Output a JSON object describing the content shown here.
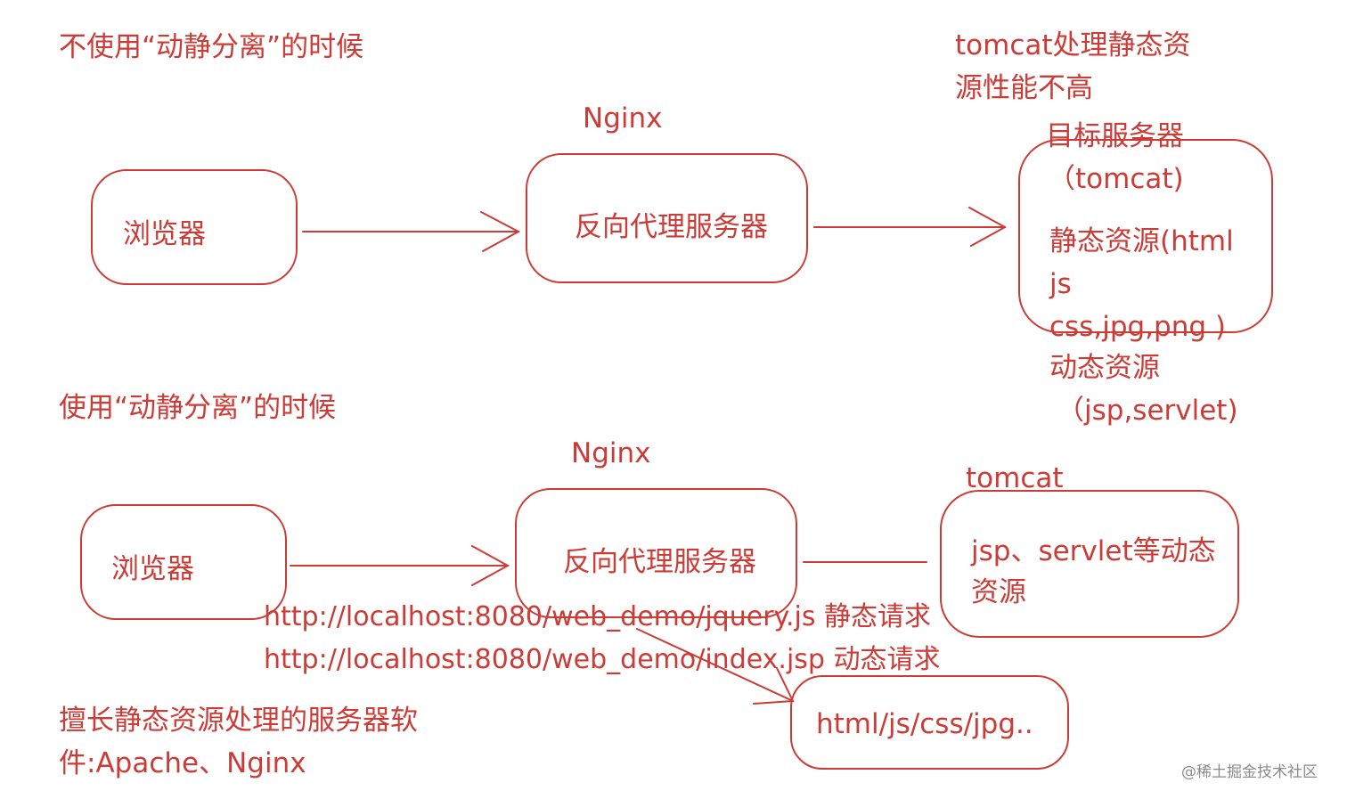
{
  "top": {
    "heading": "不使用“动静分离”的时候",
    "note_line1": "tomcat处理静态资",
    "note_line2": "源性能不高",
    "nginx_label": "Nginx",
    "browser_label": "浏览器",
    "proxy_label": "反向代理服务器",
    "server_title": "目标服务器",
    "server_sub": "（tomcat)",
    "server_lines": [
      "静态资源(html",
      "js",
      "css,jpg,png )",
      "动态资源",
      "（jsp,servlet)"
    ]
  },
  "bottom": {
    "heading": "使用“动静分离”的时候",
    "nginx_label": "Nginx",
    "browser_label": "浏览器",
    "proxy_label": "反向代理服务器",
    "tomcat_label": "tomcat",
    "tomcat_line1": "jsp、servlet等动态",
    "tomcat_line2": "资源",
    "url_static": "http://localhost:8080/web_demo/jquery.js 静态请求",
    "url_dynamic": "http://localhost:8080/web_demo/index.jsp 动态请求",
    "static_box_label": "html/js/css/jpg..",
    "footer_line1": "擅长静态资源处理的服务器软",
    "footer_line2": "件:Apache、Nginx"
  },
  "watermark": "@稀土掘金技术社区",
  "colors": {
    "ink": "#cc3b36",
    "watermark": "#8a8a8a",
    "background": "#ffffff"
  }
}
